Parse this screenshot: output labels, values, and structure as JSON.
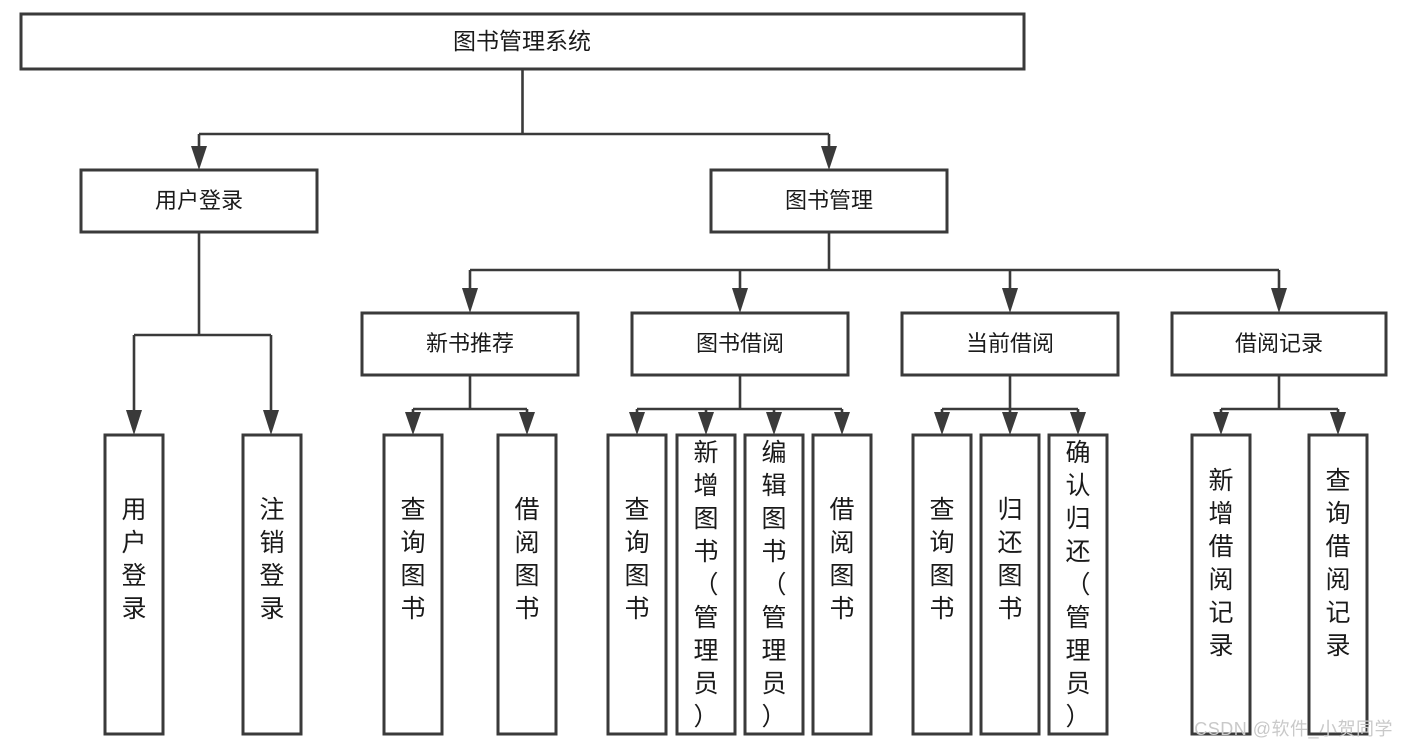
{
  "diagram": {
    "type": "tree",
    "title": "图书管理系统",
    "watermark": "CSDN @软件_小贺同学",
    "colors": {
      "box_stroke": "#3a3a3a",
      "box_fill": "#ffffff",
      "text": "#1a1a1a",
      "edge": "#3a3a3a",
      "watermark": "#c9c9c9",
      "background": "#ffffff"
    },
    "nodes": {
      "root": {
        "label": "图书管理系统"
      },
      "level2": [
        {
          "label": "用户登录"
        },
        {
          "label": "图书管理"
        }
      ],
      "level3": [
        {
          "label": "新书推荐"
        },
        {
          "label": "图书借阅"
        },
        {
          "label": "当前借阅"
        },
        {
          "label": "借阅记录"
        }
      ],
      "leaves": {
        "user_login": [
          {
            "label": "用户登录"
          },
          {
            "label": "注销登录"
          }
        ],
        "new_book_recommend": [
          {
            "label": "查询图书"
          },
          {
            "label": "借阅图书"
          }
        ],
        "book_borrow": [
          {
            "label": "查询图书"
          },
          {
            "label": "新增图书（管理员）"
          },
          {
            "label": "编辑图书（管理员）"
          },
          {
            "label": "借阅图书"
          }
        ],
        "current_borrow": [
          {
            "label": "查询图书"
          },
          {
            "label": "归还图书"
          },
          {
            "label": "确认归还（管理员）"
          }
        ],
        "borrow_record": [
          {
            "label": "新增借阅记录"
          },
          {
            "label": "查询借阅记录"
          }
        ]
      }
    }
  }
}
